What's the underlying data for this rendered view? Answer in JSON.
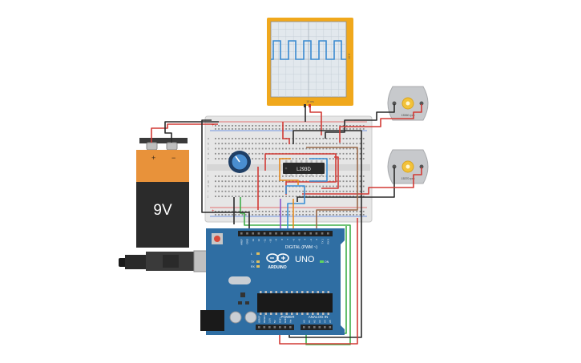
{
  "battery": {
    "voltage_label": "9V",
    "plus": "+",
    "minus": "−"
  },
  "oscilloscope": {
    "scale_label": "10 V",
    "time_label": "10 ms"
  },
  "motors": [
    {
      "rpm_label": "15360 rpm"
    },
    {
      "rpm_label": "15370 rpm"
    }
  ],
  "ic": {
    "label": "L293D"
  },
  "arduino": {
    "brand": "ARDUINO",
    "model": "UNO",
    "on_label": "ON",
    "digital_label": "DIGITAL (PWM ~)",
    "power_label": "POWER",
    "analog_label": "ANALOG IN",
    "tx_label": "TX",
    "rx_label": "RX",
    "l_label": "L",
    "digital_pins": [
      "AREF",
      "GND",
      "13",
      "12",
      "~11",
      "~10",
      "~9",
      "8",
      "7",
      "~6",
      "~5",
      "4",
      "~3",
      "2",
      "TX 1",
      "RX 0"
    ],
    "power_pins": [
      "IOREF",
      "RESET",
      "3.3V",
      "5V",
      "GND",
      "GND",
      "Vin"
    ],
    "analog_pins": [
      "A0",
      "A1",
      "A2",
      "A3",
      "A4",
      "A5"
    ]
  },
  "breadboard": {
    "row_letters_top": [
      "a",
      "b",
      "c",
      "d",
      "e"
    ],
    "row_letters_bottom": [
      "f",
      "g",
      "h",
      "i",
      "j"
    ]
  },
  "colors": {
    "battery_top": "#e8923a",
    "battery_body": "#2b2b2b",
    "scope_frame": "#f0a81c",
    "scope_wave": "#3a8ad0",
    "arduino": "#2f6ea3",
    "motor_body": "#c7c9cc",
    "motor_shaft": "#f2c23a",
    "wire_red": "#d23a35",
    "wire_black": "#2a2a2a",
    "wire_orange": "#e58a1f",
    "wire_blue": "#3b8fd6",
    "wire_green": "#3fae49",
    "wire_brown": "#9a6a4a",
    "wire_purple": "#8a55c8"
  }
}
